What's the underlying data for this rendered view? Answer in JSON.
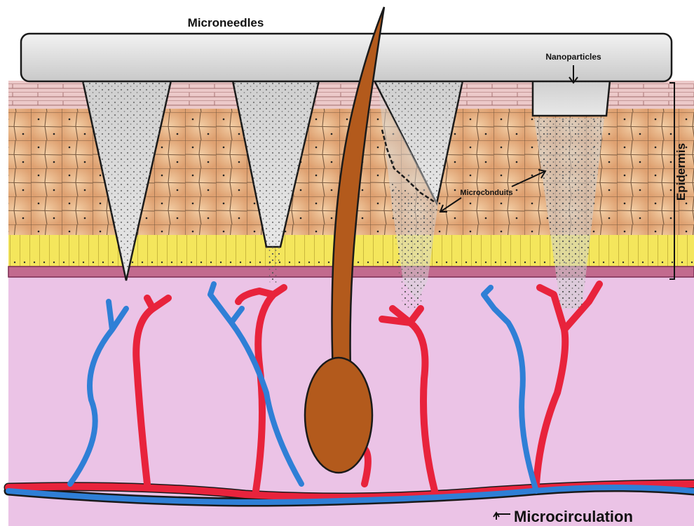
{
  "labels": {
    "microneedles": "Microneedles",
    "nanoparticles": "Nanoparticles",
    "microconduits": "Microconduits",
    "epidermis": "Epidermis",
    "microcirculation": "Microcirculation"
  },
  "colors": {
    "page_background": "#ffffff",
    "patch": "#d8d8d8",
    "epidermis_cells": "#e8b98f",
    "stratum_corneum": "#e6c3c3",
    "basal_layer": "#f2e65a",
    "dermis": "#ebc3e6",
    "basement_membrane": "#b3527a",
    "hair": "#b35a1c",
    "artery": "#e8233c",
    "vein": "#2f7fd6",
    "outline": "#1a1a1a"
  },
  "icons": [
    "arrow-down-icon",
    "arrow-icon",
    "bracket-icon"
  ]
}
